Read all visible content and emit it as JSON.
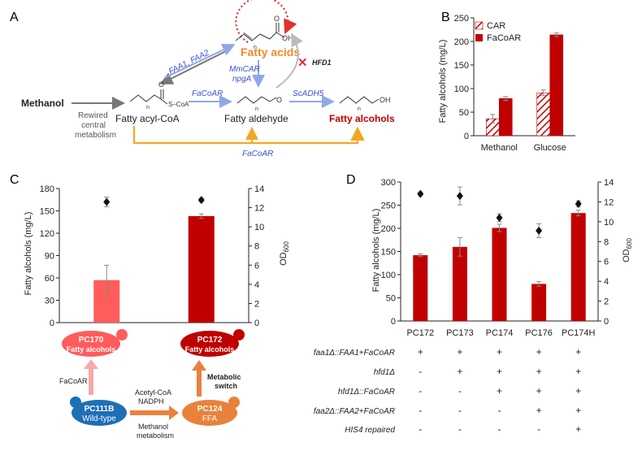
{
  "panels": {
    "a": "A",
    "b": "B",
    "c": "C",
    "d": "D"
  },
  "pathway": {
    "fatty_acids": "Fatty acids",
    "fatty_acyl_coa": "Fatty acyl-CoA",
    "fatty_aldehyde": "Fatty aldehyde",
    "fatty_alcohols": "Fatty alcohols",
    "methanol": "Methanol",
    "rewired": [
      "Rewired",
      "central",
      "metabolism"
    ],
    "faa": "FAA1, FAA2",
    "mmcar": "MmCAR",
    "npga": "npgA",
    "facoar_top": "FaCoAR",
    "scadh5": "ScADH5",
    "hfd1": "HFD1",
    "facoar_bottom": "FaCoAR",
    "coa": "S–CoA",
    "oh": "OH",
    "o": "O",
    "n": "n"
  },
  "colors": {
    "dark_red": "#c00000",
    "light_red": "#ff5c5c",
    "orange": "#e8823a",
    "blue": "#1e6fb5",
    "arrow_blue": "#8fa9e6",
    "arrow_orange": "#f5a623",
    "fa_orange": "#f08a2c"
  },
  "bottom_flow": {
    "pc170": [
      "PC170",
      "Fatty alcohols"
    ],
    "pc172": [
      "PC172",
      "Fatty alcohols"
    ],
    "pc111b": [
      "PC111B",
      "Wild-type"
    ],
    "pc124": [
      "PC124",
      "FFA"
    ],
    "facoar": "FaCoAR",
    "acetyl": [
      "Acetyl-CoA",
      "NADPH"
    ],
    "methanol_met": [
      "Methanol",
      "metabolism"
    ],
    "switch": [
      "Metabolic",
      "switch"
    ]
  },
  "chart_data": [
    {
      "type": "bar",
      "panel": "B",
      "categories": [
        "Methanol",
        "Glucose"
      ],
      "series": [
        {
          "name": "CAR",
          "values": [
            36,
            91
          ],
          "errors": [
            9,
            6
          ]
        },
        {
          "name": "FaCoAR",
          "values": [
            79,
            214
          ],
          "errors": [
            4,
            4
          ]
        }
      ],
      "ylabel": "Fatty alcohols (mg/L)",
      "ylim": [
        0,
        250
      ],
      "yticks": [
        "0",
        "50",
        "100",
        "150",
        "200",
        "250"
      ]
    },
    {
      "type": "bar",
      "panel": "C",
      "categories": [
        "PC170",
        "PC172"
      ],
      "values": [
        57,
        143
      ],
      "errors": [
        20,
        3
      ],
      "od": [
        12.6,
        12.8
      ],
      "od_errors": [
        0.5,
        0.2
      ],
      "ylabel": "Fatty alcohols (mg/L)",
      "y2label": "OD600",
      "ylim": [
        0,
        180
      ],
      "y2lim": [
        0,
        14
      ],
      "yticks": [
        "0",
        "30",
        "60",
        "90",
        "120",
        "150",
        "180"
      ],
      "y2ticks": [
        "0",
        "2",
        "4",
        "6",
        "8",
        "10",
        "12",
        "14"
      ]
    },
    {
      "type": "bar",
      "panel": "D",
      "categories": [
        "PC172",
        "PC173",
        "PC174",
        "PC176",
        "PC174H"
      ],
      "values": [
        142,
        160,
        201,
        80,
        233
      ],
      "errors": [
        3,
        20,
        8,
        5,
        6
      ],
      "od": [
        12.8,
        12.6,
        10.4,
        9.1,
        11.8
      ],
      "od_errors": [
        0.2,
        0.9,
        0.4,
        0.7,
        0.3
      ],
      "ylabel": "Fatty alcohols (mg/L)",
      "y2label": "OD600",
      "ylim": [
        0,
        300
      ],
      "y2lim": [
        0,
        14
      ],
      "yticks": [
        "0",
        "50",
        "100",
        "150",
        "200",
        "250",
        "300"
      ],
      "y2ticks": [
        "0",
        "2",
        "4",
        "6",
        "8",
        "10",
        "12",
        "14"
      ],
      "genotype_rows": [
        {
          "label": "faa1Δ::FAA1+FaCoAR",
          "marks": [
            "+",
            "+",
            "+",
            "+",
            "+"
          ]
        },
        {
          "label": "hfd1Δ",
          "marks": [
            "-",
            "+",
            "+",
            "+",
            "+"
          ]
        },
        {
          "label": "hfd1Δ::FaCoAR",
          "marks": [
            "-",
            "-",
            "+",
            "+",
            "+"
          ]
        },
        {
          "label": "faa2Δ::FAA2+FaCoAR",
          "marks": [
            "-",
            "-",
            "-",
            "+",
            "+"
          ]
        },
        {
          "label": "HIS4 repaired",
          "marks": [
            "-",
            "-",
            "-",
            "-",
            "+"
          ]
        }
      ]
    }
  ]
}
